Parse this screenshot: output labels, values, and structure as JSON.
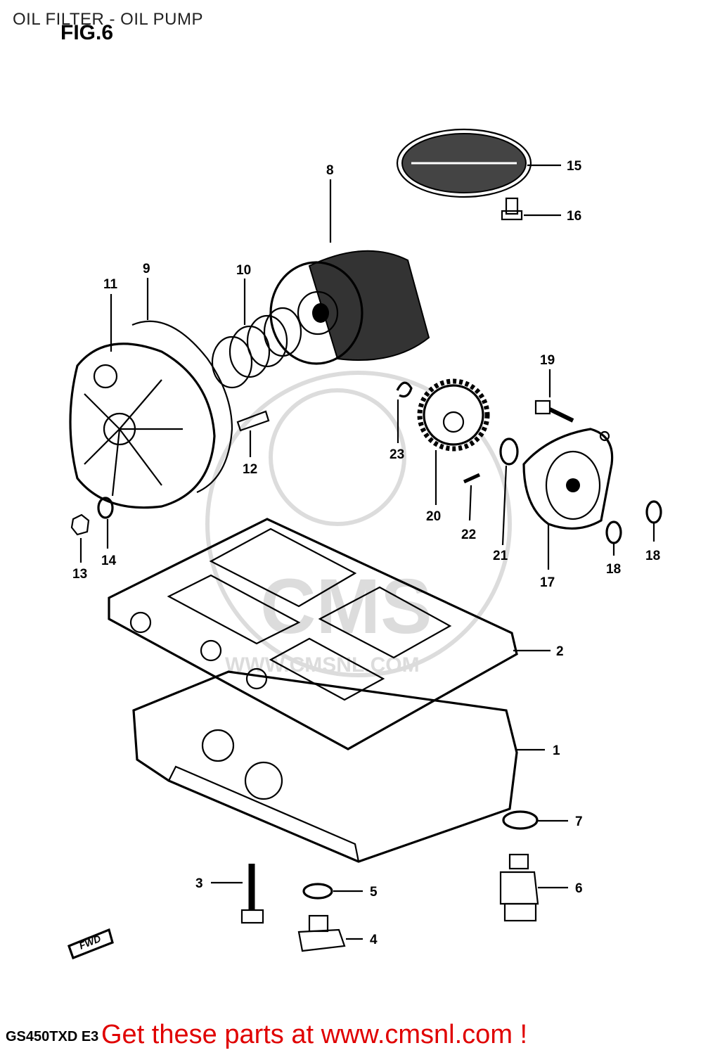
{
  "header": {
    "title": "OIL FILTER - OIL PUMP",
    "fig_label": "FIG.6"
  },
  "watermark": {
    "line1": "CMS",
    "line2": "WWW.CMSNL.COM"
  },
  "callouts": {
    "c1": "1",
    "c2": "2",
    "c3": "3",
    "c4": "4",
    "c5": "5",
    "c6": "6",
    "c7": "7",
    "c8": "8",
    "c9": "9",
    "c10": "10",
    "c11": "11",
    "c12": "12",
    "c13": "13",
    "c14": "14",
    "c15": "15",
    "c16": "16",
    "c17": "17",
    "c18a": "18",
    "c18b": "18",
    "c19": "19",
    "c20": "20",
    "c21": "21",
    "c22": "22",
    "c23": "23"
  },
  "direction_marker": "FWD",
  "footer": {
    "model_code": "GS450TXD E3",
    "ad_text": "Get these parts at www.cmsnl.com !"
  }
}
